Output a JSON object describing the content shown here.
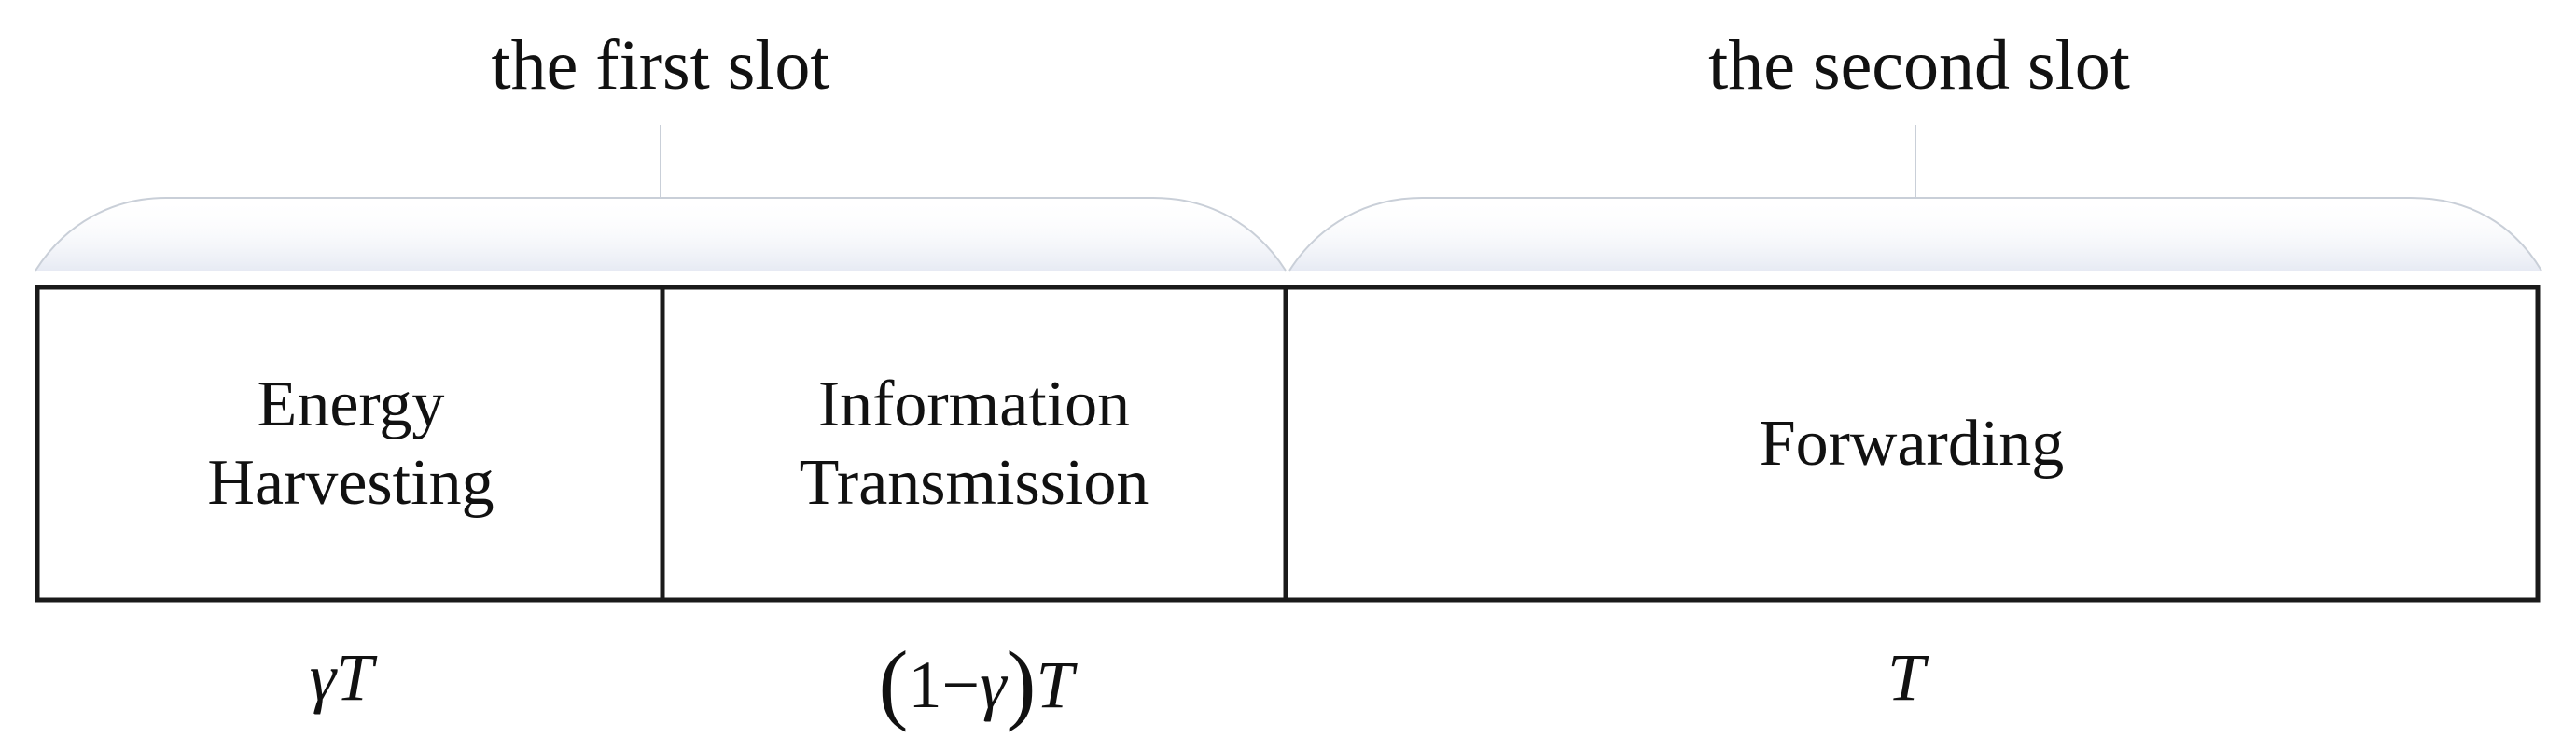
{
  "slots": [
    {
      "label": "the first slot"
    },
    {
      "label": "the second slot"
    }
  ],
  "cells": [
    {
      "lines": [
        "Energy",
        "Harvesting"
      ]
    },
    {
      "lines": [
        "Information",
        "Transmission"
      ]
    },
    {
      "lines": [
        "Forwarding"
      ]
    }
  ],
  "durations": {
    "first": {
      "sym": "γ",
      "var": "T"
    },
    "second": {
      "lparen": "(",
      "one": "1",
      "minus": "−",
      "sym": "γ",
      "rparen": ")",
      "var": "T"
    },
    "third": {
      "var": "T"
    }
  },
  "colors": {
    "box_stroke": "#1a1a1a",
    "brace_stroke": "#c9cfd8",
    "brace_shadow": "#eef1f7"
  }
}
